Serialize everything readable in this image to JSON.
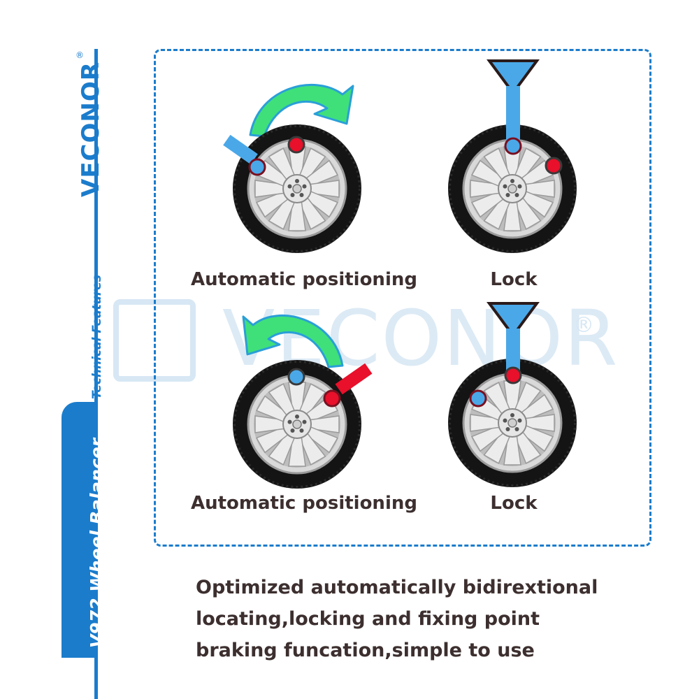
{
  "brand": {
    "name": "VECONOR",
    "registered_mark": "®"
  },
  "sidebar": {
    "feature_label": "Technical Features",
    "product_label": "V972 Wheel Balancer"
  },
  "watermark": {
    "text": "VECONOR",
    "registered_mark": "®"
  },
  "diagrams": [
    {
      "caption": "Automatic positioning"
    },
    {
      "caption": "Lock"
    },
    {
      "caption": "Automatic positioning"
    },
    {
      "caption": "Lock"
    }
  ],
  "description": {
    "lines": [
      "Optimized automatically bidirextional",
      "locating,locking and fixing point",
      "braking funcation,simple to use"
    ]
  },
  "colors": {
    "brand_blue": "#1b7ccc",
    "pointer_blue": "#4aa8e8",
    "marker_red": "#e8102a",
    "arrow_green": "#3fe07a",
    "text_dark": "#3d2f2f"
  }
}
